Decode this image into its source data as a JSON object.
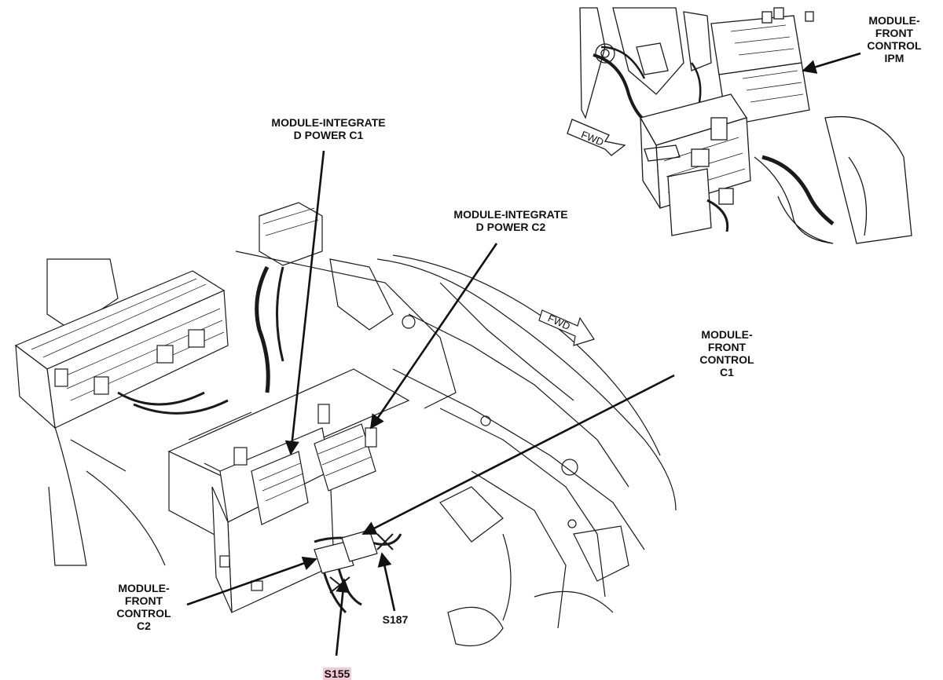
{
  "labels": {
    "module_front_control_ipm": "MODULE-\nFRONT\nCONTROL\nIPM",
    "module_integrated_power_c1": "MODULE-INTEGRATE\nD POWER C1",
    "module_integrated_power_c2": "MODULE-INTEGRATE\nD POWER C2",
    "module_front_control_c1": "MODULE-\nFRONT\nCONTROL\nC1",
    "module_front_control_c2": "MODULE-\nFRONT\nCONTROL\nC2",
    "s187": "S187",
    "s155": "S155",
    "fwd_inset": "FWD",
    "fwd_main": "FWD"
  },
  "colors": {
    "line": "#1a1a1a",
    "highlight": "#f3c9d6",
    "background": "#ffffff"
  }
}
